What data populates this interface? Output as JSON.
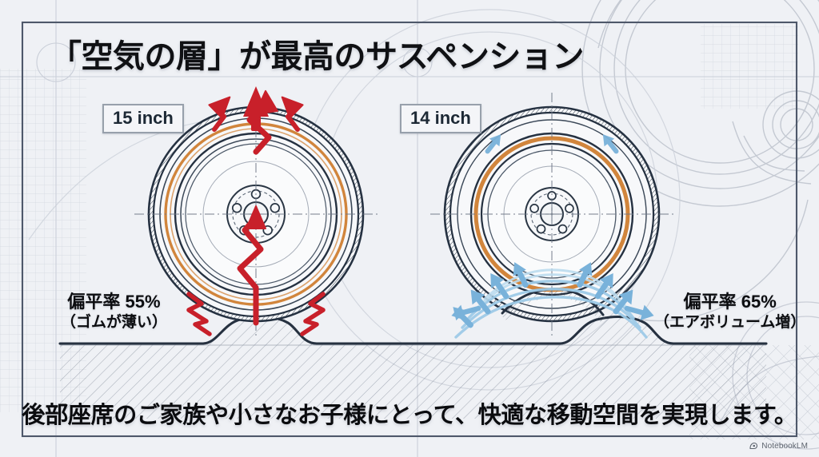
{
  "slide": {
    "title": "「空気の層」が最高のサスペンション",
    "caption": "後部座席のご家族や小さなお子様にとって、快適な移動空間を実現します。"
  },
  "wheels": {
    "left": {
      "badge": "15 inch",
      "ratio_main": "偏平率 55%",
      "ratio_sub": "（ゴムが薄い）",
      "effect": "shock",
      "arrow_color": "#c8202a"
    },
    "right": {
      "badge": "14 inch",
      "ratio_main": "偏平率 65%",
      "ratio_sub": "（エアボリューム増）",
      "effect": "airflow",
      "arrow_color": "#79b2da"
    }
  },
  "watermark": {
    "text": "NotebookLM"
  },
  "colors": {
    "ink": "#2a3644",
    "rim_orange": "#d1853c",
    "shock_red": "#c8202a",
    "air_blue": "#79b2da",
    "air_blue_light": "#bcdcef",
    "background": "#eef0f4",
    "frame": "#566070",
    "blueprint": "#c3c8d2"
  }
}
